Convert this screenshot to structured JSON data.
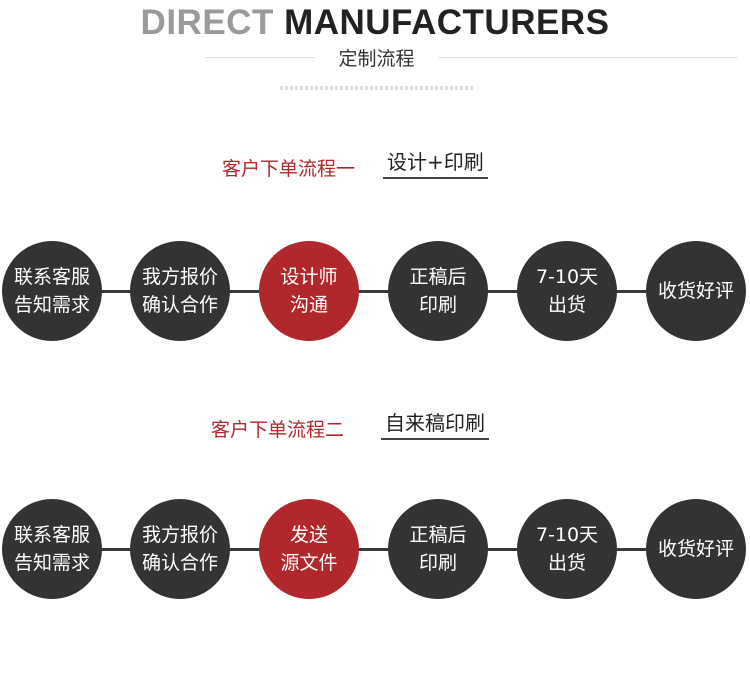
{
  "header": {
    "title_part1": "DIRECT",
    "title_part2": "MANUFACTURERS",
    "subtitle": "定制流程"
  },
  "flows": [
    {
      "label": "客户下单流程一",
      "tag": "设计+印刷",
      "steps": [
        {
          "line1": "联系客服",
          "line2": "告知需求"
        },
        {
          "line1": "我方报价",
          "line2": "确认合作"
        },
        {
          "line1": "设计师",
          "line2": "沟通"
        },
        {
          "line1": "正稿后",
          "line2": "印刷"
        },
        {
          "line1": "7-10天",
          "line2": "出货"
        },
        {
          "line1": "收货好评",
          "line2": ""
        }
      ]
    },
    {
      "label": "客户下单流程二",
      "tag": "自来稿印刷",
      "steps": [
        {
          "line1": "联系客服",
          "line2": "告知需求"
        },
        {
          "line1": "我方报价",
          "line2": "确认合作"
        },
        {
          "line1": "发送",
          "line2": "源文件"
        },
        {
          "line1": "正稿后",
          "line2": "印刷"
        },
        {
          "line1": "7-10天",
          "line2": "出货"
        },
        {
          "line1": "收货好评",
          "line2": ""
        }
      ]
    }
  ],
  "colors": {
    "accent": "#b0282b",
    "circle": "#333333"
  }
}
